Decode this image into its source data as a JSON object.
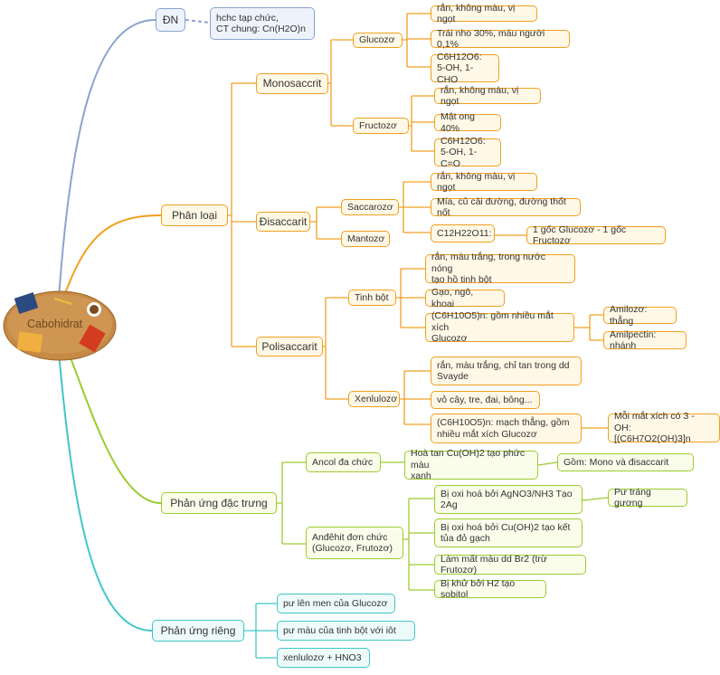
{
  "root": "Cabohidrat",
  "dn": {
    "label": "ĐN",
    "detail": "hchc tạp chức,\nCT chung: Cn(H2O)n"
  },
  "phan_loai": {
    "label": "Phân loại",
    "mono": {
      "label": "Monosaccrit",
      "glucozo": {
        "label": "Glucozơ",
        "items": [
          "rắn, không màu, vị ngọt",
          "Trái nho 30%, máu người 0,1%",
          "C6H12O6:\n5-OH, 1-CHO"
        ]
      },
      "fructozo": {
        "label": "Fructozơ",
        "items": [
          "rắn, không màu, vị ngọt",
          "Mật ong 40%",
          "C6H12O6:\n5-OH, 1-C=O"
        ]
      }
    },
    "di": {
      "label": "Đisaccarit",
      "saccarozo": {
        "label": "Saccarozơ",
        "items": [
          "rắn, không màu, vị ngọt",
          "Mía, củ cải đường, đường thốt nốt",
          "C12H22O11:"
        ],
        "formula_detail": "1 gốc Glucozơ - 1 gốc Fructozơ"
      },
      "mantozo": {
        "label": "Mantozơ"
      }
    },
    "poli": {
      "label": "Polisaccarit",
      "tinh_bot": {
        "label": "Tinh bột",
        "items": [
          "rắn, màu trắng, trong nước nóng\ntạo hồ tinh bột",
          "Gạo, ngô, khoai",
          "(C6H10O5)n: gồm nhiều mắt xích\nGlucozơ"
        ],
        "amilozo": "Amilozơ: thẳng",
        "amilopectin": "Amilpectin: nhánh"
      },
      "xenlulozo": {
        "label": "Xenlulozơ",
        "items": [
          "rắn, màu trắng, chỉ tan trong dd\nSvayde",
          "vỏ cây, tre, đai, bông...",
          "(C6H10O5)n: mạch thẳng, gồm\nnhiều mắt xích Glucozơ"
        ],
        "detail": "Mỗi mắt xích có 3 - OH:\n[(C6H7O2(OH)3]n"
      }
    }
  },
  "dac_trung": {
    "label": "Phản ứng đặc trưng",
    "ancol": {
      "label": "Ancol đa chức",
      "item": "Hoà tan Cu(OH)2 tạo phức màu\nxanh",
      "detail": "Gồm: Mono và đisaccarit"
    },
    "andehit": {
      "label": "Anđêhit đơn chức\n(Glucozơ, Frutozơ)",
      "items": [
        "Bị oxi hoá bởi AgNO3/NH3 Tạo\n2Ag",
        "Bị oxi hoá bởi Cu(OH)2 tạo kết\ntủa đỏ gạch",
        "Làm mất màu dd Br2 (trừ Frutozơ)",
        "Bị khử bởi H2 tạo sobitol"
      ],
      "trang_guong": "Pư tráng gương"
    }
  },
  "rieng": {
    "label": "Phản ứng riêng",
    "items": [
      "pư lên men của Glucozơ",
      "pư màu của tinh bột với iôt",
      "xenlulozơ + HNO3"
    ]
  },
  "colors": {
    "orange": "#f0a020",
    "green": "#9ccc30",
    "cyan": "#42c6c6",
    "blue": "#8aa4cc"
  }
}
